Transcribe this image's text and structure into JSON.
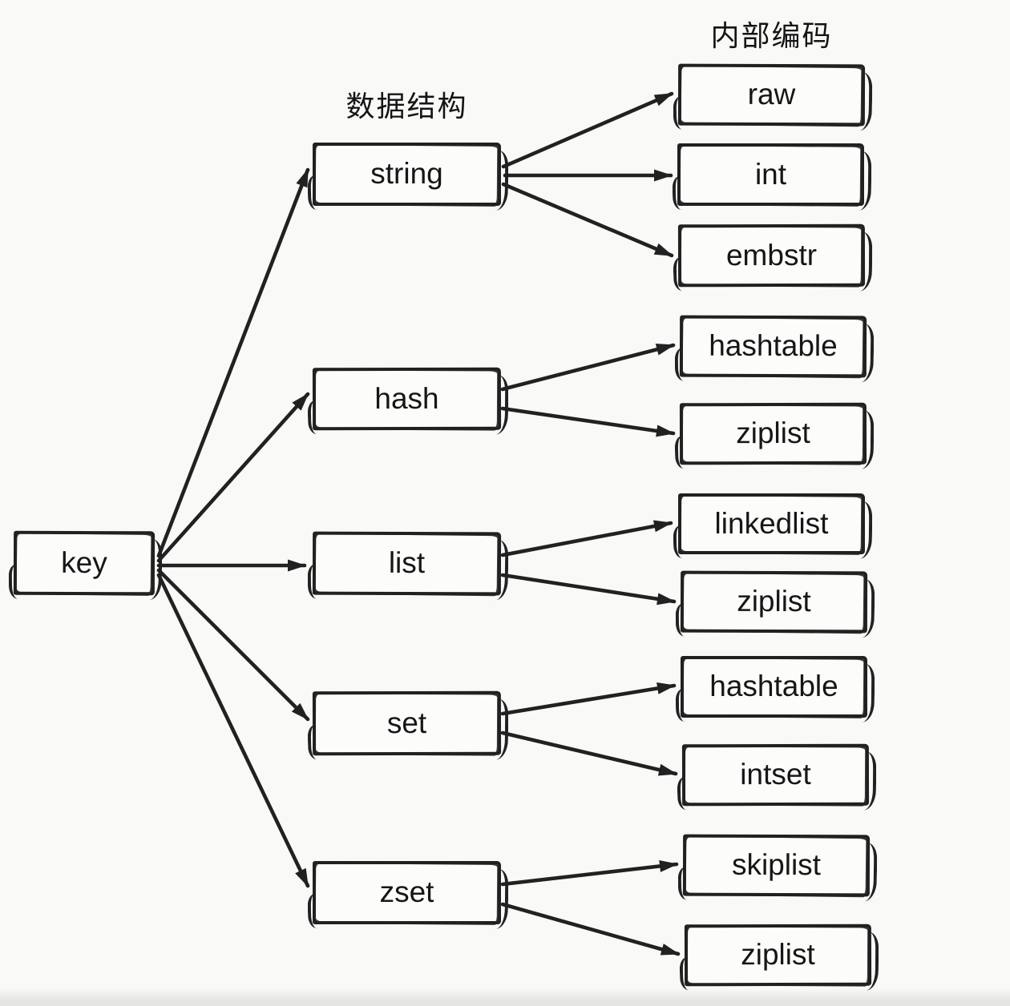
{
  "columns": {
    "structure_header": "数据结构",
    "encoding_header": "内部编码"
  },
  "root": {
    "label": "key"
  },
  "types": [
    {
      "label": "string",
      "encodings": [
        "raw",
        "int",
        "embstr"
      ]
    },
    {
      "label": "hash",
      "encodings": [
        "hashtable",
        "ziplist"
      ]
    },
    {
      "label": "list",
      "encodings": [
        "linkedlist",
        "ziplist"
      ]
    },
    {
      "label": "set",
      "encodings": [
        "hashtable",
        "intset"
      ]
    },
    {
      "label": "zset",
      "encodings": [
        "skiplist",
        "ziplist"
      ]
    }
  ],
  "colors": {
    "ink": "#212121",
    "background": "#f9faf7",
    "box_fill": "#fcfdfb"
  }
}
